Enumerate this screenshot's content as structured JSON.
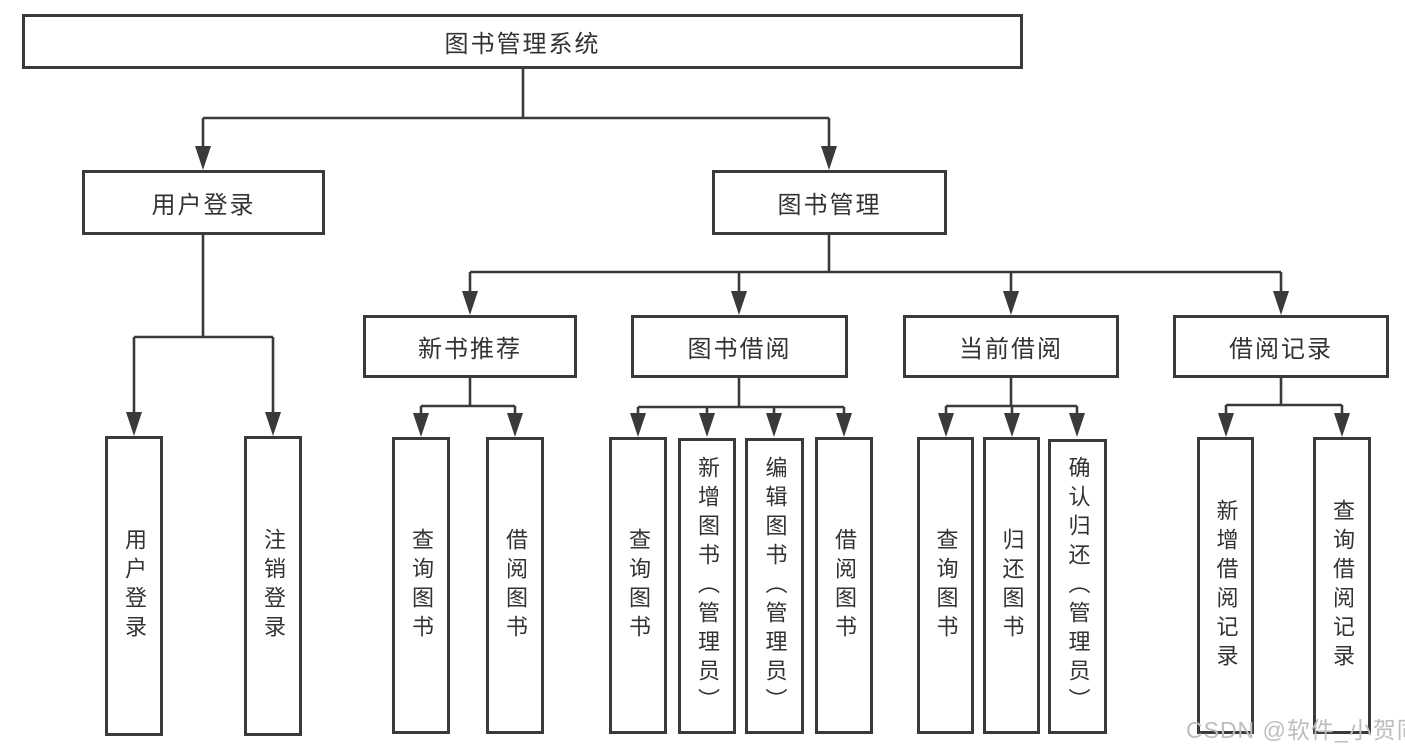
{
  "diagram_title": "图书管理系统",
  "nodes": {
    "root": {
      "label": "图书管理系统"
    },
    "level2": {
      "user_login": {
        "label": "用户登录"
      },
      "book_management": {
        "label": "图书管理"
      }
    },
    "level3": {
      "new_book_recommend": {
        "label": "新书推荐"
      },
      "book_borrowing": {
        "label": "图书借阅"
      },
      "current_borrowing": {
        "label": "当前借阅"
      },
      "borrowing_records": {
        "label": "借阅记录"
      }
    },
    "leaves": {
      "user_login": {
        "label": "用户登录"
      },
      "logout": {
        "label": "注销登录"
      },
      "nbr_query_books": {
        "label": "查询图书"
      },
      "nbr_borrow_books": {
        "label": "借阅图书"
      },
      "bb_query_books": {
        "label": "查询图书"
      },
      "bb_add_books_admin": {
        "label": "新增图书（管理员）"
      },
      "bb_edit_books_admin": {
        "label": "编辑图书（管理员）"
      },
      "bb_borrow_books": {
        "label": "借阅图书"
      },
      "cb_query_books": {
        "label": "查询图书"
      },
      "cb_return_books": {
        "label": "归还图书"
      },
      "cb_confirm_return_admin": {
        "label": "确认归还（管理员）"
      },
      "br_add_record": {
        "label": "新增借阅记录"
      },
      "br_query_record": {
        "label": "查询借阅记录"
      }
    }
  },
  "hierarchy": {
    "图书管理系统": {
      "用户登录": [
        "用户登录",
        "注销登录"
      ],
      "图书管理": {
        "新书推荐": [
          "查询图书",
          "借阅图书"
        ],
        "图书借阅": [
          "查询图书",
          "新增图书（管理员）",
          "编辑图书（管理员）",
          "借阅图书"
        ],
        "当前借阅": [
          "查询图书",
          "归还图书",
          "确认归还（管理员）"
        ],
        "借阅记录": [
          "新增借阅记录",
          "查询借阅记录"
        ]
      }
    }
  },
  "watermark": {
    "text": "CSDN @软件_小贺同学"
  },
  "colors": {
    "line": "#3a3a3a",
    "box_border": "#3a3a3a",
    "text": "#333333",
    "watermark": "#bdbdbd",
    "background": "#ffffff"
  }
}
